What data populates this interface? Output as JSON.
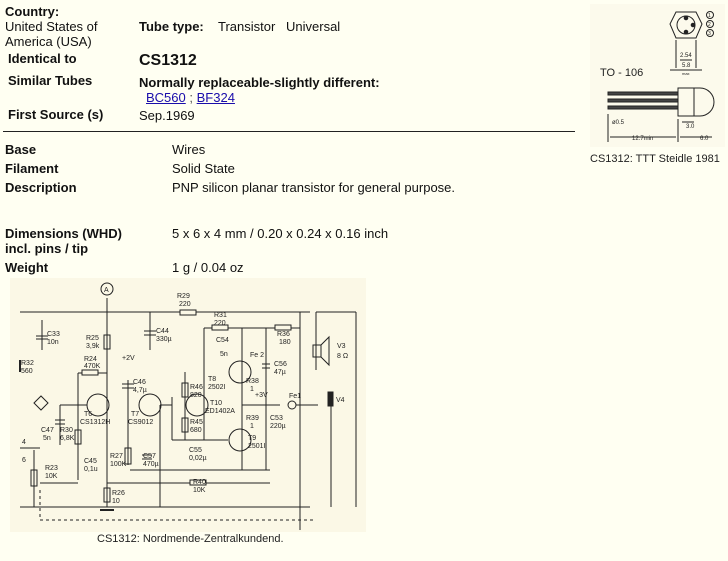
{
  "header": {
    "country_label": "Country:",
    "country_line1": "United States of",
    "country_line2": "America (USA)",
    "tube_type_label": "Tube type:",
    "tube_type_value": "Transistor",
    "tube_type_value2": "Universal",
    "identical_label": "Identical to",
    "identical_value": "CS1312",
    "similar_label": "Similar Tubes",
    "similar_heading": "Normally replaceable-slightly different:",
    "similar_links": [
      "BC560",
      "BF324"
    ],
    "similar_sep": ";",
    "first_source_label": "First Source (s)",
    "first_source_value": "Sep.1969"
  },
  "details": {
    "base_label": "Base",
    "base_value": "Wires",
    "filament_label": "Filament",
    "filament_value": "Solid State",
    "description_label": "Description",
    "description_value": "PNP silicon planar transistor for general purpose.",
    "dimensions_label1": "Dimensions (WHD)",
    "dimensions_label2": "incl. pins / tip",
    "dimensions_value": "5 x 6 x 4 mm / 0.20 x 0.24 x 0.16 inch",
    "weight_label": "Weight",
    "weight_value": "1 g / 0.04 oz"
  },
  "package_image": {
    "package_name": "TO - 106",
    "dims": [
      "2.54",
      "5.8",
      "max",
      "ø0.5",
      "12.7min",
      "3.0",
      "6.0"
    ],
    "pins": [
      "1",
      "2",
      "3"
    ],
    "caption": "CS1312: TTT Steidle 1981"
  },
  "schematic": {
    "labels": [
      "A",
      "R29",
      "220",
      "C33",
      "10n",
      "R25",
      "3,9k",
      "C44",
      "330µ",
      "R31",
      "220",
      "C54",
      "5n",
      "R36",
      "180",
      "V3",
      "8 Ω",
      "R32",
      "560",
      "R24",
      "470K",
      "+2V",
      "Fe 2",
      "C56",
      "47µ",
      "C46",
      "4,7µ",
      "R46",
      "820",
      "T8",
      "2502I",
      "R38",
      "1",
      "T6",
      "CS1312H",
      "T7",
      "CS9012",
      "T10",
      "ED1402A",
      "+3V",
      "Fe1",
      "V4",
      "C47",
      "5n",
      "R30",
      "6,8K",
      "R45",
      "680",
      "R39",
      "1",
      "C53",
      "220µ",
      "T9",
      "2501I",
      "C55",
      "0,02µ",
      "R27",
      "100K",
      "C57",
      "470µ",
      "C45",
      "0,1u",
      "R23",
      "10K",
      "R40",
      "10K",
      "R26",
      "10",
      "4",
      "6"
    ],
    "caption": "CS1312: Nordmende-Zentralkundend."
  }
}
